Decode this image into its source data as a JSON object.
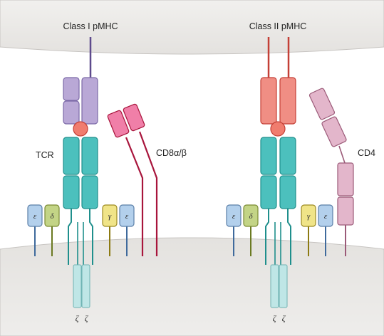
{
  "labels": {
    "class_i": "Class I pMHC",
    "class_ii": "Class II pMHC",
    "tcr": "TCR",
    "cd8": "CD8α/β",
    "cd4": "CD4",
    "cd3_epsilon": "ε",
    "cd3_delta": "δ",
    "cd3_gamma": "γ",
    "zeta": "ζ"
  },
  "colors": {
    "membrane_fill": "#e9e7e5",
    "membrane_edge": "#c7c4c1",
    "mhc_i_domain": "#b9a8d6",
    "mhc_i_edge": "#7c6aa8",
    "mhc_ii_domain": "#f08e84",
    "mhc_ii_edge": "#c43f36",
    "peptide": "#f07c6e",
    "tcr_domain": "#4cc0bd",
    "tcr_edge": "#1f8f8c",
    "cd3_epsilon": "#b3d0ec",
    "cd3_epsilon_edge": "#5b7fa8",
    "cd3_delta": "#c3d486",
    "cd3_delta_edge": "#7a8a32",
    "cd3_gamma": "#f0e488",
    "cd3_gamma_edge": "#9c8a22",
    "cd8_domain": "#f07fa8",
    "cd8_edge": "#a8153c",
    "cd4_domain": "#e3b6cb",
    "cd4_edge": "#9b5a78",
    "zeta_chain": "#bfe6e6",
    "zeta_edge": "#6fb3b3"
  }
}
